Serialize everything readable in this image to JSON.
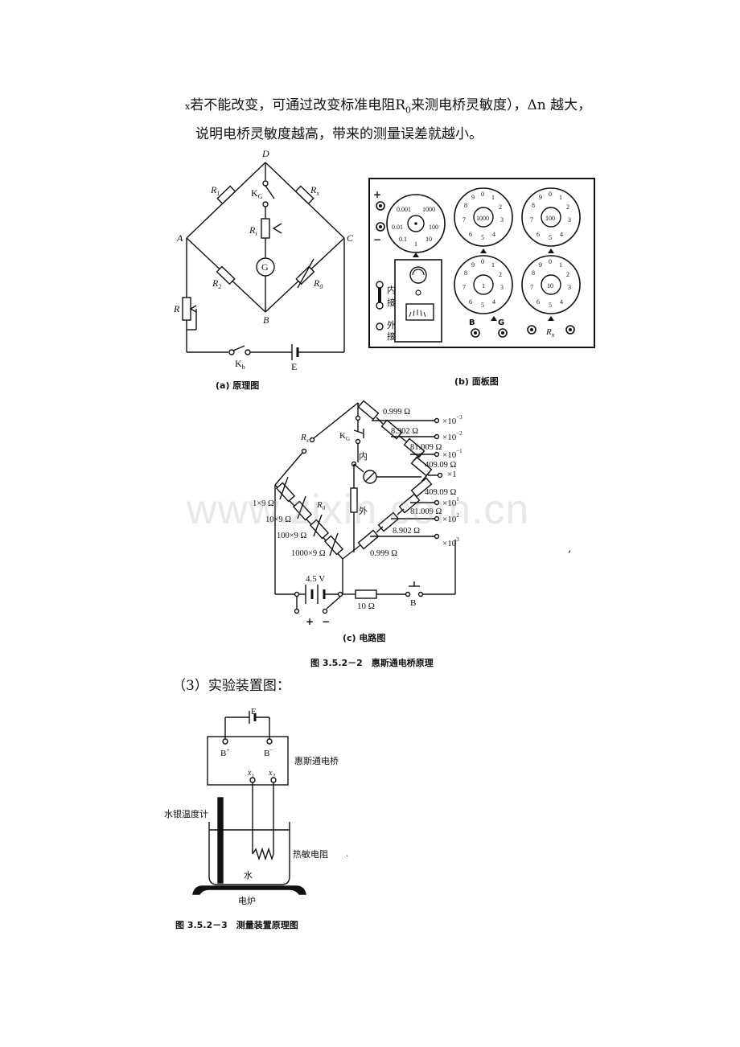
{
  "text": {
    "line1_sub": "x",
    "line1_a": "若不能改变，可通过改变标准电阻",
    "line1_r": "R",
    "line1_r_sub": "0",
    "line1_b": "来测电桥灵敏度），Δn 越大，",
    "line2": "说明电桥灵敏度越高，带来的测量误差就越小。",
    "section3": "（3）实验装置图："
  },
  "fig_a": {
    "caption": "(a) 原理图",
    "D": "D",
    "A": "A",
    "B": "B",
    "C": "C",
    "R1": "R",
    "R1s": "1",
    "R2": "R",
    "R2s": "2",
    "Rx": "R",
    "Rxs": "x",
    "R0": "R",
    "R0s": "0",
    "Rg": "R",
    "Rgs": "i",
    "R": "R",
    "KG": "K",
    "KGs": "G",
    "Kb": "K",
    "Kbs": "b",
    "G": "G",
    "E": "E"
  },
  "fig_b": {
    "caption": "(b) 面板图",
    "plus": "+",
    "minus": "−",
    "dial1": [
      "0.001",
      "1000",
      "0.01",
      "100",
      "0.1",
      "10",
      "1"
    ],
    "dial_digits": [
      "9",
      "0",
      "1",
      "8",
      "2",
      "7",
      "3",
      "6",
      "5",
      "4"
    ],
    "centers": [
      "1000",
      "100",
      "1",
      "10"
    ],
    "nei": "内",
    "jie1": "接",
    "wai": "外",
    "jie2": "接",
    "B": "B",
    "G": "G",
    "Rx": "R",
    "Rxs": "x"
  },
  "fig_c": {
    "caption": "(c) 电路图",
    "res_right": [
      "0.999 Ω",
      "8.902 Ω",
      "81.009 Ω",
      "409.09 Ω",
      "409.09 Ω",
      "81.009 Ω",
      "8.902 Ω",
      "0.999 Ω"
    ],
    "mult": [
      "×10",
      "×10",
      "×10",
      "×1",
      "×10",
      "×10",
      "×10"
    ],
    "mult_exp": [
      "−3",
      "−2",
      "−1",
      "",
      "1",
      "2",
      "3"
    ],
    "res_left": [
      "1×9 Ω",
      "10×9 Ω",
      "100×9 Ω",
      "1000×9 Ω"
    ],
    "Rx": "R",
    "Rxs": "x",
    "KG": "K",
    "KGs": "G",
    "R0": "R",
    "R0s": "0",
    "nei": "内",
    "wai": "外",
    "voltage": "4.5 V",
    "res10": "10 Ω",
    "B": "B",
    "plus": "+",
    "minus": "−"
  },
  "fig_caption_2": "图 3.5.2－2　惠斯通电桥原理",
  "fig3": {
    "E": "E",
    "Bp": "B",
    "Bps": "+",
    "Bm": "B",
    "Bms": "−",
    "x1": "x",
    "x1s": "1",
    "x2": "x",
    "x2s": "2",
    "bridge": "惠斯通电桥",
    "thermometer": "水银温度计",
    "thermistor": "热敏电阻",
    "water": "水",
    "stove": "电炉"
  },
  "fig_caption_3": "图 3.5.2－3　测量装置原理图",
  "watermark": "www.zixin.com.cn"
}
